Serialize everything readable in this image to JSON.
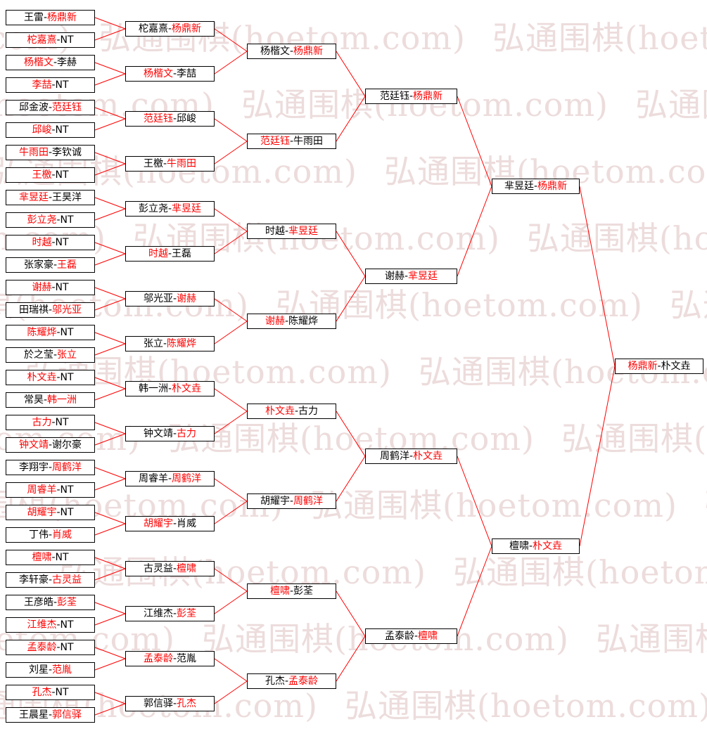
{
  "watermark": {
    "text": "弘通围棋(hoetom.com)",
    "color": "#eddcdc"
  },
  "colors": {
    "line": "#ff0000",
    "winner": "#ff0000",
    "player": "#000000",
    "box_border": "#000000",
    "box_bg": "#ffffff"
  },
  "bracket": {
    "rounds": [
      {
        "key": "round-of-32",
        "matches": [
          {
            "players": [
              "王雷",
              "杨鼎新"
            ],
            "winner": 1
          },
          {
            "players": [
              "柁嘉熹",
              "NT"
            ],
            "winner": 0
          },
          {
            "players": [
              "杨楷文",
              "李赫"
            ],
            "winner": 0
          },
          {
            "players": [
              "李喆",
              "NT"
            ],
            "winner": 0
          },
          {
            "players": [
              "邱金波",
              "范廷钰"
            ],
            "winner": 1
          },
          {
            "players": [
              "邱峻",
              "NT"
            ],
            "winner": 0
          },
          {
            "players": [
              "牛雨田",
              "李钦诚"
            ],
            "winner": 0
          },
          {
            "players": [
              "王檄",
              "NT"
            ],
            "winner": 0
          },
          {
            "players": [
              "芈昱廷",
              "王昊洋"
            ],
            "winner": 0
          },
          {
            "players": [
              "彭立尧",
              "NT"
            ],
            "winner": 0
          },
          {
            "players": [
              "时越",
              "NT"
            ],
            "winner": 0
          },
          {
            "players": [
              "张家豪",
              "王磊"
            ],
            "winner": 1
          },
          {
            "players": [
              "谢赫",
              "NT"
            ],
            "winner": 0
          },
          {
            "players": [
              "田瑞祺",
              "邬光亚"
            ],
            "winner": 1
          },
          {
            "players": [
              "陈耀烨",
              "NT"
            ],
            "winner": 0
          },
          {
            "players": [
              "於之莹",
              "张立"
            ],
            "winner": 1
          },
          {
            "players": [
              "朴文垚",
              "NT"
            ],
            "winner": 0
          },
          {
            "players": [
              "常昊",
              "韩一洲"
            ],
            "winner": 1
          },
          {
            "players": [
              "古力",
              "NT"
            ],
            "winner": 0
          },
          {
            "players": [
              "钟文靖",
              "谢尔豪"
            ],
            "winner": 0
          },
          {
            "players": [
              "李翔宇",
              "周鹤洋"
            ],
            "winner": 1
          },
          {
            "players": [
              "周睿羊",
              "NT"
            ],
            "winner": 0
          },
          {
            "players": [
              "胡耀宇",
              "NT"
            ],
            "winner": 0
          },
          {
            "players": [
              "丁伟",
              "肖威"
            ],
            "winner": 1
          },
          {
            "players": [
              "檀啸",
              "NT"
            ],
            "winner": 0
          },
          {
            "players": [
              "李轩豪",
              "古灵益"
            ],
            "winner": 1
          },
          {
            "players": [
              "王彦皓",
              "彭荃"
            ],
            "winner": 1
          },
          {
            "players": [
              "江维杰",
              "NT"
            ],
            "winner": 0
          },
          {
            "players": [
              "孟泰龄",
              "NT"
            ],
            "winner": 0
          },
          {
            "players": [
              "刘星",
              "范胤"
            ],
            "winner": 1
          },
          {
            "players": [
              "孔杰",
              "NT"
            ],
            "winner": 0
          },
          {
            "players": [
              "王晨星",
              "郭信驿"
            ],
            "winner": 1
          }
        ]
      },
      {
        "key": "round-of-16",
        "matches": [
          {
            "players": [
              "柁嘉熹",
              "杨鼎新"
            ],
            "winner": 1
          },
          {
            "players": [
              "杨楷文",
              "李喆"
            ],
            "winner": 0
          },
          {
            "players": [
              "范廷钰",
              "邱峻"
            ],
            "winner": 0
          },
          {
            "players": [
              "王檄",
              "牛雨田"
            ],
            "winner": 1
          },
          {
            "players": [
              "彭立尧",
              "芈昱廷"
            ],
            "winner": 1
          },
          {
            "players": [
              "时越",
              "王磊"
            ],
            "winner": 0
          },
          {
            "players": [
              "邬光亚",
              "谢赫"
            ],
            "winner": 1
          },
          {
            "players": [
              "张立",
              "陈耀烨"
            ],
            "winner": 1
          },
          {
            "players": [
              "韩一洲",
              "朴文垚"
            ],
            "winner": 1
          },
          {
            "players": [
              "钟文靖",
              "古力"
            ],
            "winner": 1
          },
          {
            "players": [
              "周睿羊",
              "周鹤洋"
            ],
            "winner": 1
          },
          {
            "players": [
              "胡耀宇",
              "肖威"
            ],
            "winner": 0
          },
          {
            "players": [
              "古灵益",
              "檀啸"
            ],
            "winner": 1
          },
          {
            "players": [
              "江维杰",
              "彭荃"
            ],
            "winner": 1
          },
          {
            "players": [
              "孟泰龄",
              "范胤"
            ],
            "winner": 0
          },
          {
            "players": [
              "郭信驿",
              "孔杰"
            ],
            "winner": 1
          }
        ]
      },
      {
        "key": "round-of-8",
        "matches": [
          {
            "players": [
              "杨楷文",
              "杨鼎新"
            ],
            "winner": 1
          },
          {
            "players": [
              "范廷钰",
              "牛雨田"
            ],
            "winner": 0
          },
          {
            "players": [
              "时越",
              "芈昱廷"
            ],
            "winner": 1
          },
          {
            "players": [
              "谢赫",
              "陈耀烨"
            ],
            "winner": 0
          },
          {
            "players": [
              "朴文垚",
              "古力"
            ],
            "winner": 0
          },
          {
            "players": [
              "胡耀宇",
              "周鹤洋"
            ],
            "winner": 1
          },
          {
            "players": [
              "檀啸",
              "彭荃"
            ],
            "winner": 0
          },
          {
            "players": [
              "孔杰",
              "孟泰龄"
            ],
            "winner": 1
          }
        ]
      },
      {
        "key": "quarterfinal",
        "matches": [
          {
            "players": [
              "范廷钰",
              "杨鼎新"
            ],
            "winner": 1
          },
          {
            "players": [
              "谢赫",
              "芈昱廷"
            ],
            "winner": 1
          },
          {
            "players": [
              "周鹤洋",
              "朴文垚"
            ],
            "winner": 1
          },
          {
            "players": [
              "孟泰龄",
              "檀啸"
            ],
            "winner": 1
          }
        ]
      },
      {
        "key": "semifinal",
        "matches": [
          {
            "players": [
              "芈昱廷",
              "杨鼎新"
            ],
            "winner": 1
          },
          {
            "players": [
              "檀啸",
              "朴文垚"
            ],
            "winner": 1
          }
        ]
      },
      {
        "key": "final",
        "matches": [
          {
            "players": [
              "杨鼎新",
              "朴文垚"
            ],
            "winner": 0
          }
        ]
      }
    ]
  }
}
